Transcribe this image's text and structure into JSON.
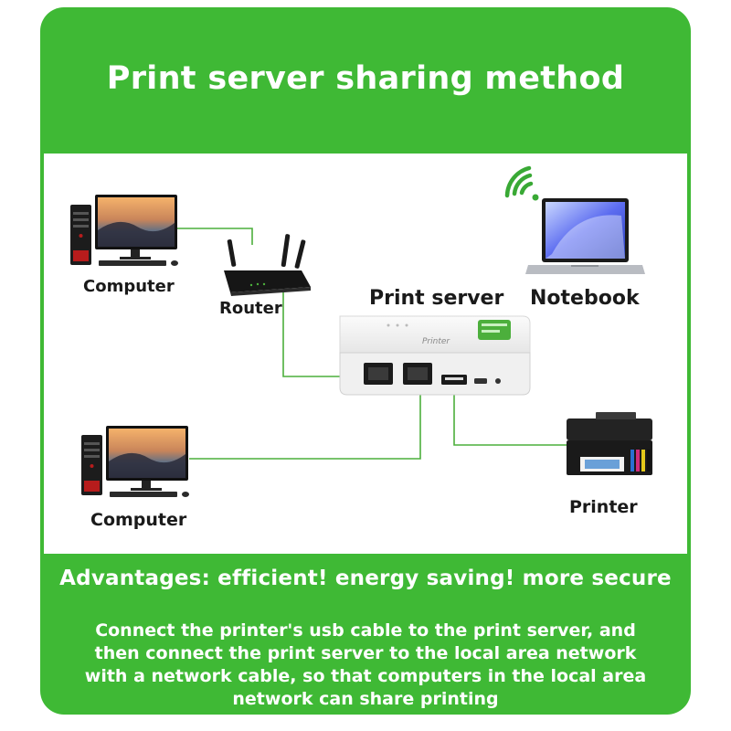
{
  "title": "Print server sharing method",
  "labels": {
    "computer_top": "Computer",
    "router": "Router",
    "print_server": "Print server",
    "notebook": "Notebook",
    "computer_bottom": "Computer",
    "printer": "Printer"
  },
  "device_text": {
    "server_brand": "Printer"
  },
  "advantages": "Advantages: efficient! energy saving! more secure",
  "description": [
    "Connect the printer's usb cable to the print server, and",
    "then connect the print server to the local area network",
    "with a network cable, so that computers in the local area",
    "network can share printing"
  ],
  "colors": {
    "brand_green": "#3fb935",
    "cable_green": "#4caf3c",
    "wifi_green": "#39a935"
  },
  "icons": [
    "computer-icon",
    "router-icon",
    "print-server-icon",
    "notebook-icon",
    "wifi-icon",
    "printer-icon"
  ]
}
